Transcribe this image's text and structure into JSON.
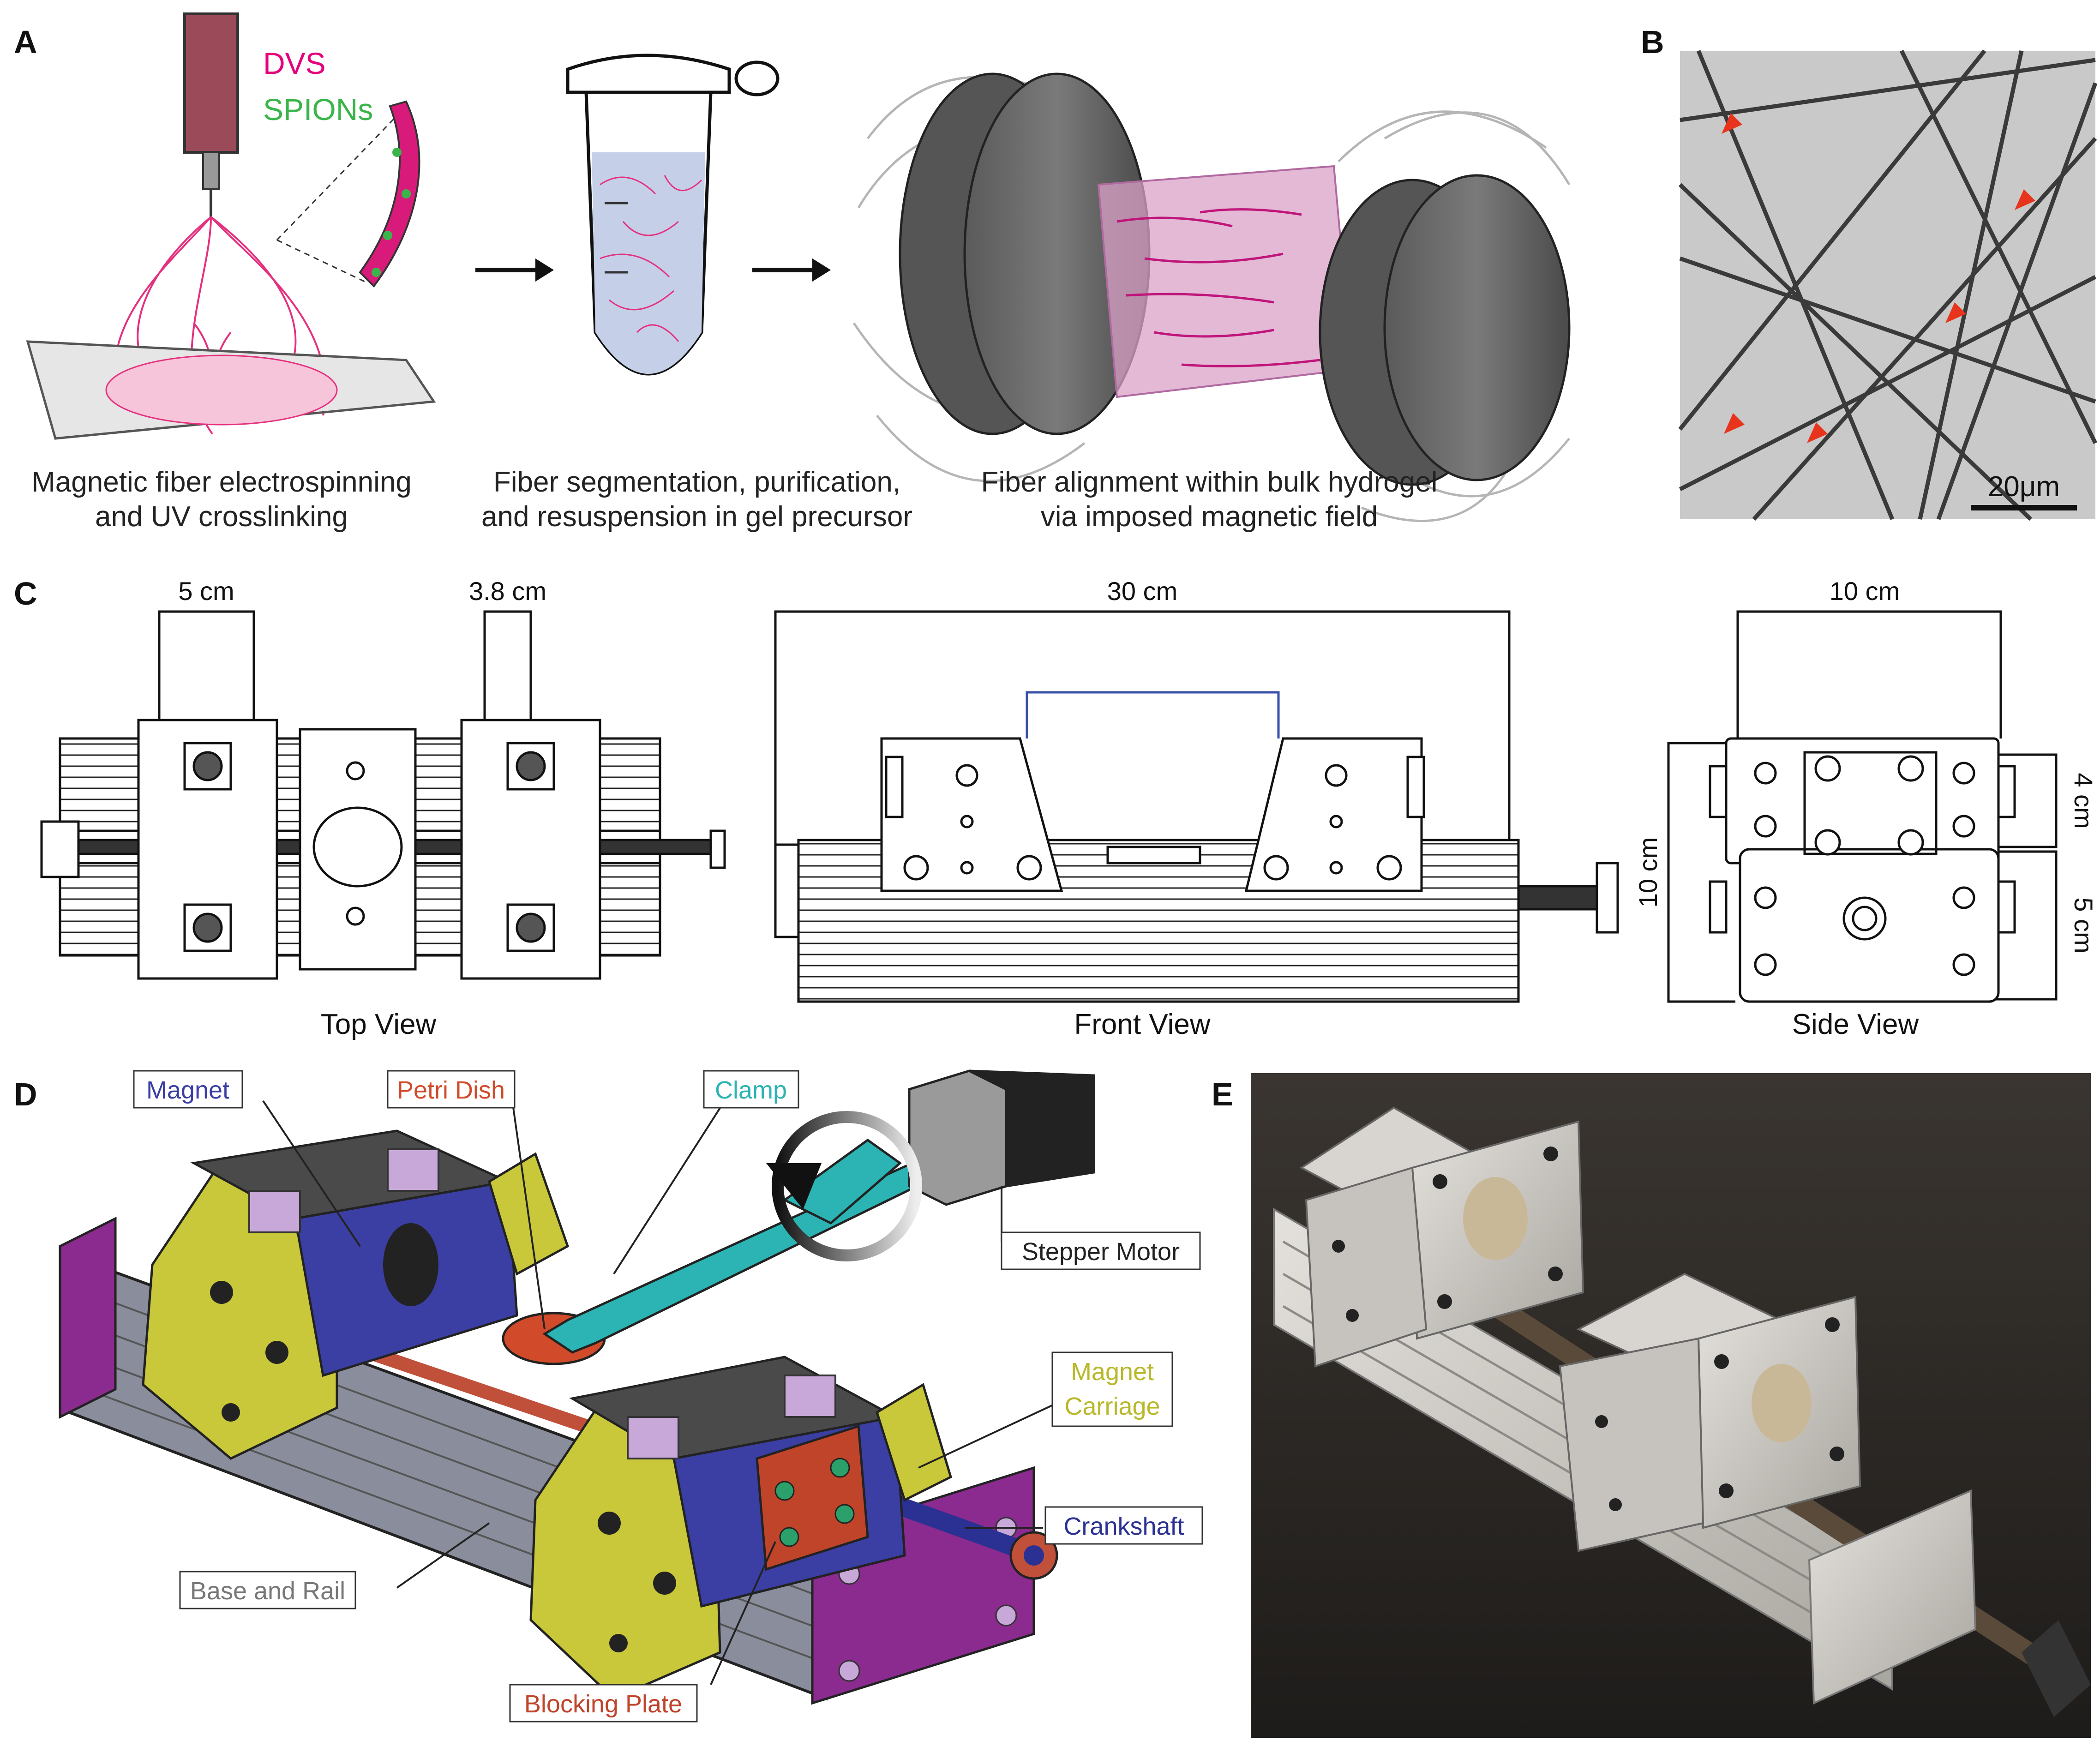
{
  "panels": {
    "A": {
      "letter": "A",
      "ink_dvs": "DVS",
      "ink_spions": "SPIONs",
      "step1_line1": "Magnetic fiber electrospinning",
      "step1_line2": "and UV crosslinking",
      "step2_line1": "Fiber segmentation, purification,",
      "step2_line2": "and resuspension in gel precursor",
      "step3_line1": "Fiber alignment within bulk hydrogel",
      "step3_line2": "via imposed magnetic field"
    },
    "B": {
      "letter": "B",
      "scale_bar": "20μm"
    },
    "C": {
      "letter": "C",
      "dim_5cm": "5 cm",
      "dim_3_8cm": "3.8 cm",
      "dim_30cm": "30 cm",
      "dim_10cm_top": "10 cm",
      "dim_10cm_side": "10 cm",
      "dim_4cm": "4 cm",
      "dim_5cm_side": "5 cm",
      "top_view": "Top View",
      "front_view": "Front View",
      "side_view": "Side View"
    },
    "D": {
      "letter": "D",
      "magnet": "Magnet",
      "petri_dish": "Petri Dish",
      "clamp": "Clamp",
      "stepper_motor": "Stepper Motor",
      "magnet_carriage_1": "Magnet",
      "magnet_carriage_2": "Carriage",
      "crankshaft": "Crankshaft",
      "base_and_rail": "Base and Rail",
      "blocking_plate": "Blocking Plate"
    },
    "E": {
      "letter": "E"
    }
  },
  "colors": {
    "dvs_pink": "#e5007e",
    "spion_green": "#39b54a",
    "magnet_blue": "#3b3fa3",
    "petri_red": "#d14b2a",
    "clamp_teal": "#2cb3b3",
    "carriage_yellow": "#c8c83a",
    "crank_navy": "#2b3192",
    "base_gray": "#8a8e9c",
    "rail_purple": "#8b2a8f",
    "arrow_red": "#e8341c"
  }
}
